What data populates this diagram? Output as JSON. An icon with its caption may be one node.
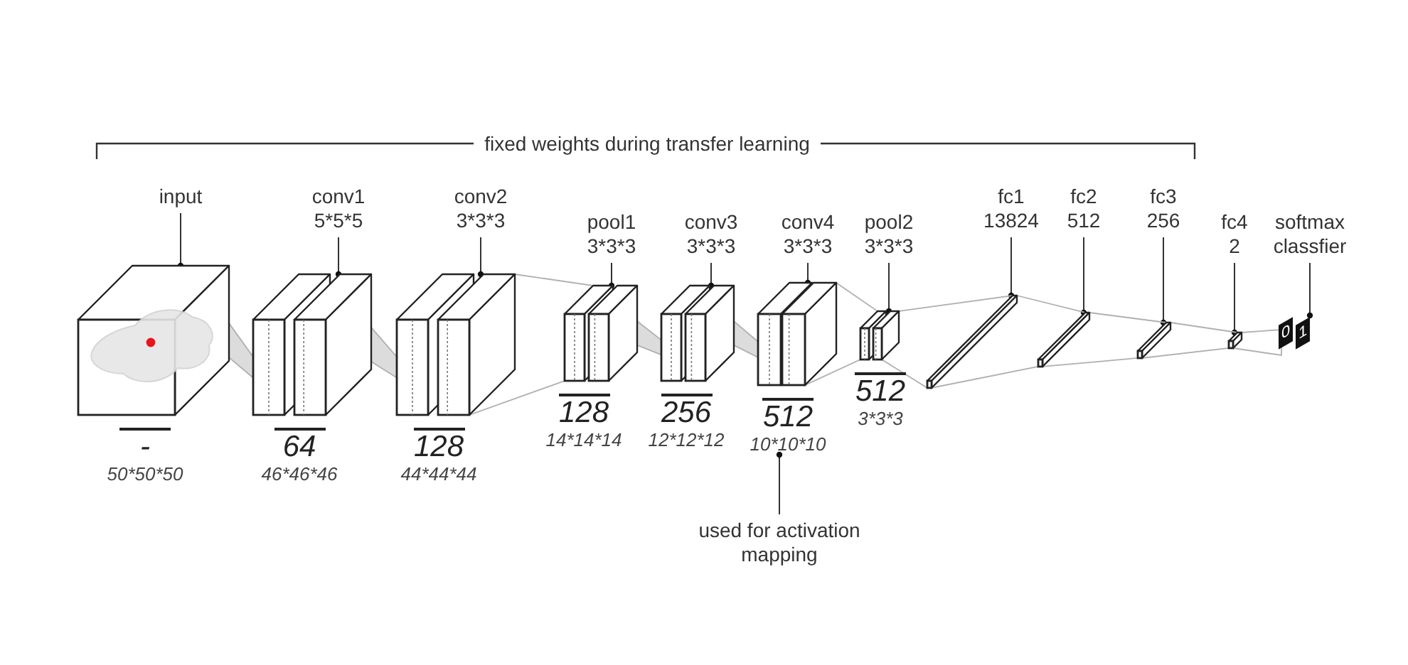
{
  "diagram": {
    "nodes": [
      {
        "text": [
          "input"
        ]
      },
      {
        "text": [
          "conv1",
          "5*5*5"
        ]
      },
      {
        "text": [
          "conv2",
          "3*3*3"
        ]
      },
      {
        "text": [
          "pool1",
          "3*3*3"
        ]
      },
      {
        "text": [
          "conv3",
          "3*3*3"
        ]
      },
      {
        "text": [
          "conv4",
          "3*3*3"
        ]
      },
      {
        "text": [
          "pool2",
          "3*3*3"
        ]
      },
      {
        "text": [
          "fc1",
          "13824"
        ]
      },
      {
        "text": [
          "fc2",
          "512"
        ]
      },
      {
        "text": [
          "fc3",
          "256"
        ]
      },
      {
        "text": [
          "fc4",
          "2"
        ]
      },
      {
        "text": [
          "softmax",
          "classfier"
        ]
      },
      {
        "text": [],
        "shape": "box",
        "beside": [
          "-",
          "50*50*50"
        ]
      },
      {
        "text": [],
        "shape": "box",
        "beside": [
          "64",
          "46*46*46"
        ]
      },
      {
        "text": [],
        "shape": "box",
        "beside": [
          "128",
          "44*44*44"
        ]
      },
      {
        "text": [],
        "shape": "box",
        "beside": [
          "128",
          "14*14*14"
        ]
      },
      {
        "text": [],
        "shape": "box",
        "beside": [
          "256",
          "12*12*12"
        ]
      },
      {
        "text": [],
        "shape": "box",
        "beside": [
          "512",
          "10*10*10"
        ]
      },
      {
        "text": [],
        "shape": "box",
        "beside": [
          "512",
          "3*3*3"
        ]
      },
      {
        "text": [],
        "shape": "box"
      },
      {
        "text": [],
        "shape": "box"
      },
      {
        "text": [],
        "shape": "box"
      },
      {
        "text": [],
        "shape": "box"
      },
      {
        "text": [
          "0",
          "1"
        ]
      },
      {
        "text": [
          "used for activation mapping"
        ]
      }
    ],
    "edges": [
      {
        "from": 0,
        "to": 12,
        "arrow": "other"
      },
      {
        "from": 1,
        "to": 13,
        "arrow": "other"
      },
      {
        "from": 2,
        "to": 14,
        "arrow": "other"
      },
      {
        "from": 3,
        "to": 15,
        "arrow": "other"
      },
      {
        "from": 4,
        "to": 16,
        "arrow": "other"
      },
      {
        "from": 5,
        "to": 17,
        "arrow": "other"
      },
      {
        "from": 6,
        "to": 18,
        "arrow": "other"
      },
      {
        "from": 7,
        "to": 19,
        "arrow": "other"
      },
      {
        "from": 8,
        "to": 20,
        "arrow": "other"
      },
      {
        "from": 9,
        "to": 21,
        "arrow": "other"
      },
      {
        "from": 10,
        "to": 22,
        "arrow": "other"
      },
      {
        "from": 11,
        "to": 23,
        "arrow": "other"
      },
      {
        "from": 24,
        "to": 17,
        "arrow": "other"
      },
      {
        "from": 12,
        "to": 13,
        "arrow": "none",
        "color": "#b0b0b0"
      },
      {
        "from": 13,
        "to": 14,
        "arrow": "none",
        "color": "#b0b0b0"
      },
      {
        "from": 14,
        "to": 15,
        "arrow": "none",
        "color": "#b0b0b0"
      },
      {
        "from": 15,
        "to": 16,
        "arrow": "none",
        "color": "#b0b0b0"
      },
      {
        "from": 16,
        "to": 17,
        "arrow": "none",
        "color": "#b0b0b0"
      },
      {
        "from": 17,
        "to": 18,
        "arrow": "none",
        "color": "#b0b0b0"
      },
      {
        "from": 18,
        "to": 19,
        "arrow": "none",
        "color": "#b0b0b0"
      },
      {
        "from": 19,
        "to": 20,
        "arrow": "none",
        "color": "#b0b0b0"
      },
      {
        "from": 20,
        "to": 21,
        "arrow": "none",
        "color": "#b0b0b0"
      },
      {
        "from": 21,
        "to": 22,
        "arrow": "none",
        "color": "#b0b0b0"
      },
      {
        "from": 22,
        "to": 23,
        "arrow": "none",
        "color": "#b0b0b0"
      }
    ],
    "labels": [
      "fixed weights during transfer learning"
    ]
  }
}
